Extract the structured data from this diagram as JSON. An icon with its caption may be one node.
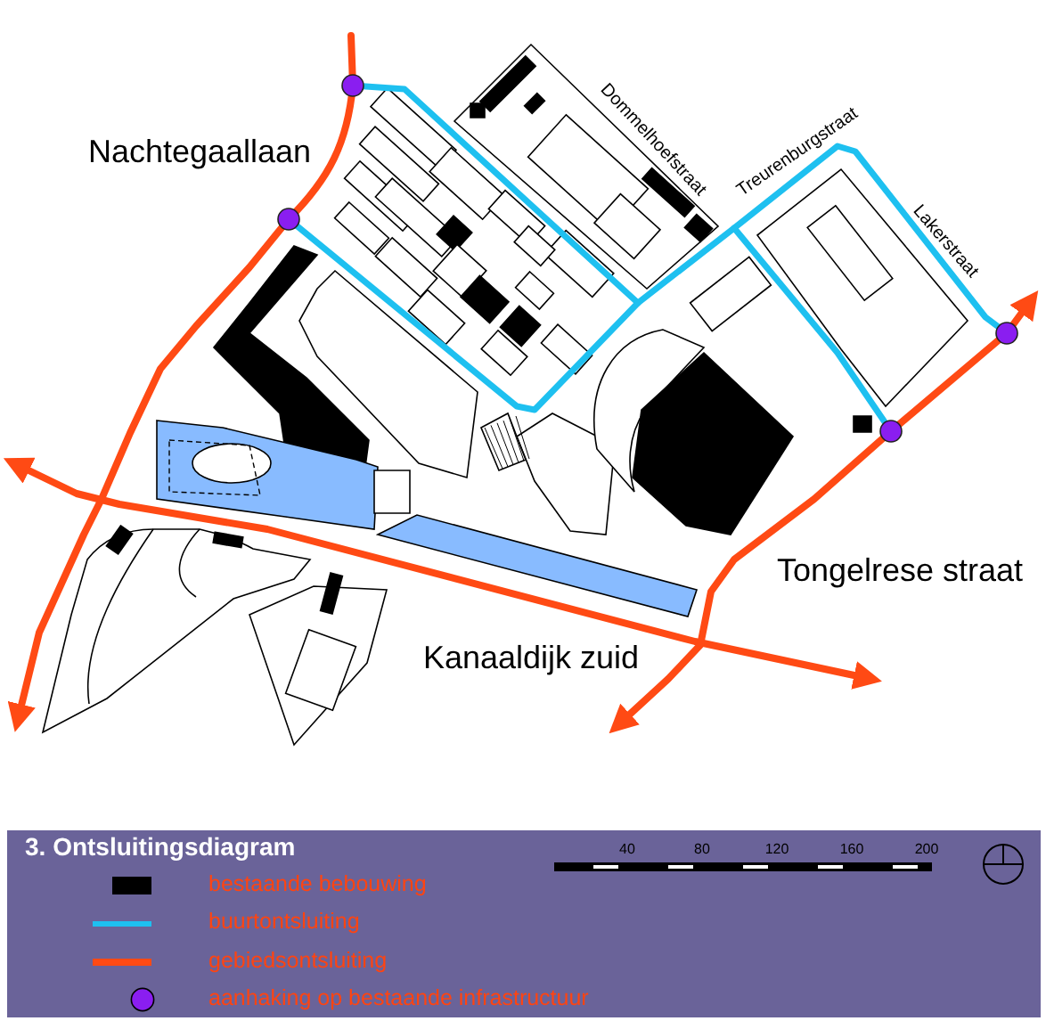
{
  "diagram": {
    "title": "3. Ontsluitingsdiagram",
    "labels": [
      "Nachtegaallaan",
      "Dommelhoefstraat",
      "Treurenburgstraat",
      "Lakerstraat",
      "Tongelrese straat",
      "Kanaaldijk zuid",
      "40",
      "80",
      "120",
      "160",
      "200"
    ],
    "legend": [
      {
        "text": "bestaande bebouwing",
        "color": "#000000"
      },
      {
        "text": "buurtontsluiting"
      },
      {
        "text": "gebiedsontsluiting"
      },
      {
        "text": "aanhaking op bestaande infrastructuur"
      }
    ]
  }
}
